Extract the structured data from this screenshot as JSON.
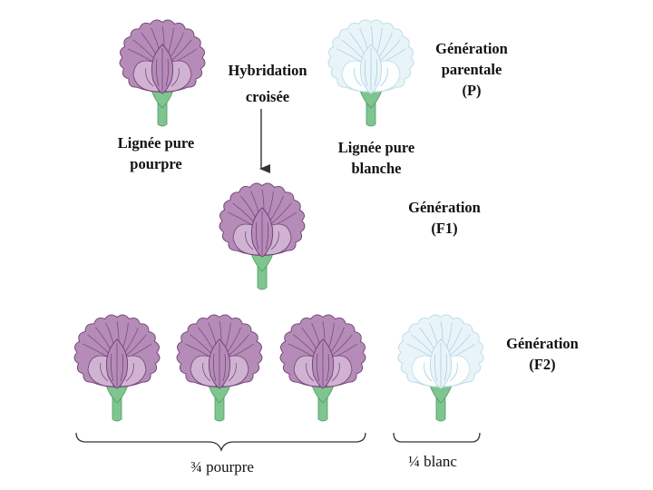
{
  "labels": {
    "cross": [
      "Hybridation",
      "croisée"
    ],
    "parent_purple": [
      "Lignée pure",
      "pourpre"
    ],
    "parent_white": [
      "Lignée pure",
      "blanche"
    ],
    "gen_p": [
      "Génération",
      "parentale",
      "(P)"
    ],
    "gen_f1": [
      "Génération",
      "(F1)"
    ],
    "gen_f2": [
      "Génération",
      "(F2)"
    ],
    "ratio_purple": "¾ pourpre",
    "ratio_white": "¼ blanc"
  },
  "colors": {
    "purple_fill": "#b58bb8",
    "purple_light": "#d2b6d4",
    "purple_vein": "#6e3f74",
    "white_fill": "#e9f4f9",
    "white_edge": "#b9d9e6",
    "white_vein": "#9ccbe0",
    "stem": "#7fc58f",
    "stem_dark": "#4e9a63"
  },
  "flowers": [
    {
      "name": "flower-parent-purple",
      "color": "purple"
    },
    {
      "name": "flower-parent-white",
      "color": "white"
    },
    {
      "name": "flower-f1",
      "color": "purple"
    },
    {
      "name": "flower-f2-1",
      "color": "purple"
    },
    {
      "name": "flower-f2-2",
      "color": "purple"
    },
    {
      "name": "flower-f2-3",
      "color": "purple"
    },
    {
      "name": "flower-f2-4",
      "color": "white"
    }
  ]
}
